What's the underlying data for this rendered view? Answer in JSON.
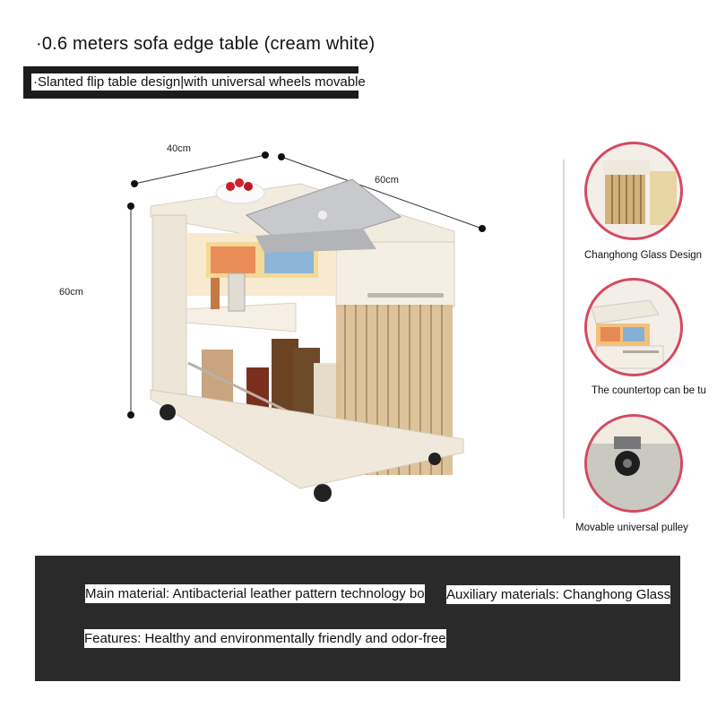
{
  "title": "·0.6 meters sofa edge table (cream white)",
  "subtitle": "·Slanted flip table design|with universal wheels movable",
  "dimensions": {
    "width": "40cm",
    "depth": "60cm",
    "height": "60cm"
  },
  "callouts": [
    {
      "caption": "Changhong Glass Design",
      "icon": "glass-detail"
    },
    {
      "caption": "The countertop can be tu",
      "icon": "flip-top-detail"
    },
    {
      "caption": "Movable universal pulley",
      "icon": "caster-wheel-detail"
    }
  ],
  "features": {
    "main_material": "Main material: Antibacterial leather pattern technology bo",
    "auxiliary_material": "Auxiliary materials: Changhong Glass",
    "features_line": "Features: Healthy and environmentally friendly and odor-free"
  },
  "colors": {
    "cream": "#f1ebe0",
    "accent_ring": "#d44a62",
    "dark_panel": "#2a2a2a",
    "glass": "#c9a46a"
  }
}
